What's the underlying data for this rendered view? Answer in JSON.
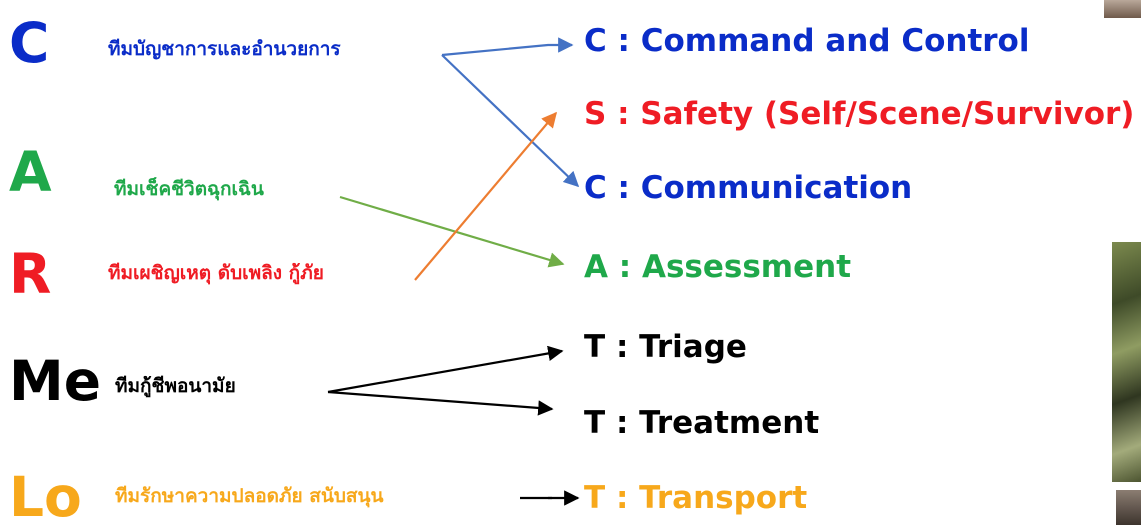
{
  "colors": {
    "blue": "#0a2cc8",
    "green": "#1fa84a",
    "red": "#ef1c24",
    "black": "#000000",
    "orange": "#f7a81b",
    "arrow_blue": "#4472c4",
    "arrow_green": "#70ad47",
    "arrow_orange": "#ed7d31",
    "arrow_black": "#000000"
  },
  "rows": [
    {
      "letter": "C",
      "team": "ทีมบัญชาการและอำนวยการ"
    },
    {
      "letter": "A",
      "team": "ทีมเช็คชีวิตฉุกเฉิน"
    },
    {
      "letter": "R",
      "team": "ทีมเผชิญเหตุ ดับเพลิง กู้ภัย"
    },
    {
      "letter": "Me",
      "team": "ทีมกู้ชีพอนามัย"
    },
    {
      "letter": "Lo",
      "team": "ทีมรักษาความปลอดภัย สนับสนุน"
    }
  ],
  "items": [
    {
      "text": "C : Command and Control"
    },
    {
      "text": "S : Safety (Self/Scene/Survivor)"
    },
    {
      "text": "C : Communication"
    },
    {
      "text": "A : Assessment"
    },
    {
      "text": "T : Triage"
    },
    {
      "text": "T : Treatment"
    },
    {
      "text": "T : Transport"
    }
  ],
  "arrows": [
    {
      "from_team": 0,
      "to_items": [
        0,
        2
      ],
      "color": "arrow_blue"
    },
    {
      "from_team": 1,
      "to_items": [
        3
      ],
      "color": "arrow_green"
    },
    {
      "from_team": 2,
      "to_items": [
        1
      ],
      "color": "arrow_orange"
    },
    {
      "from_team": 3,
      "to_items": [
        4,
        5
      ],
      "color": "arrow_black"
    },
    {
      "from_team": 4,
      "to_items": [
        6
      ],
      "color": "arrow_black"
    }
  ]
}
